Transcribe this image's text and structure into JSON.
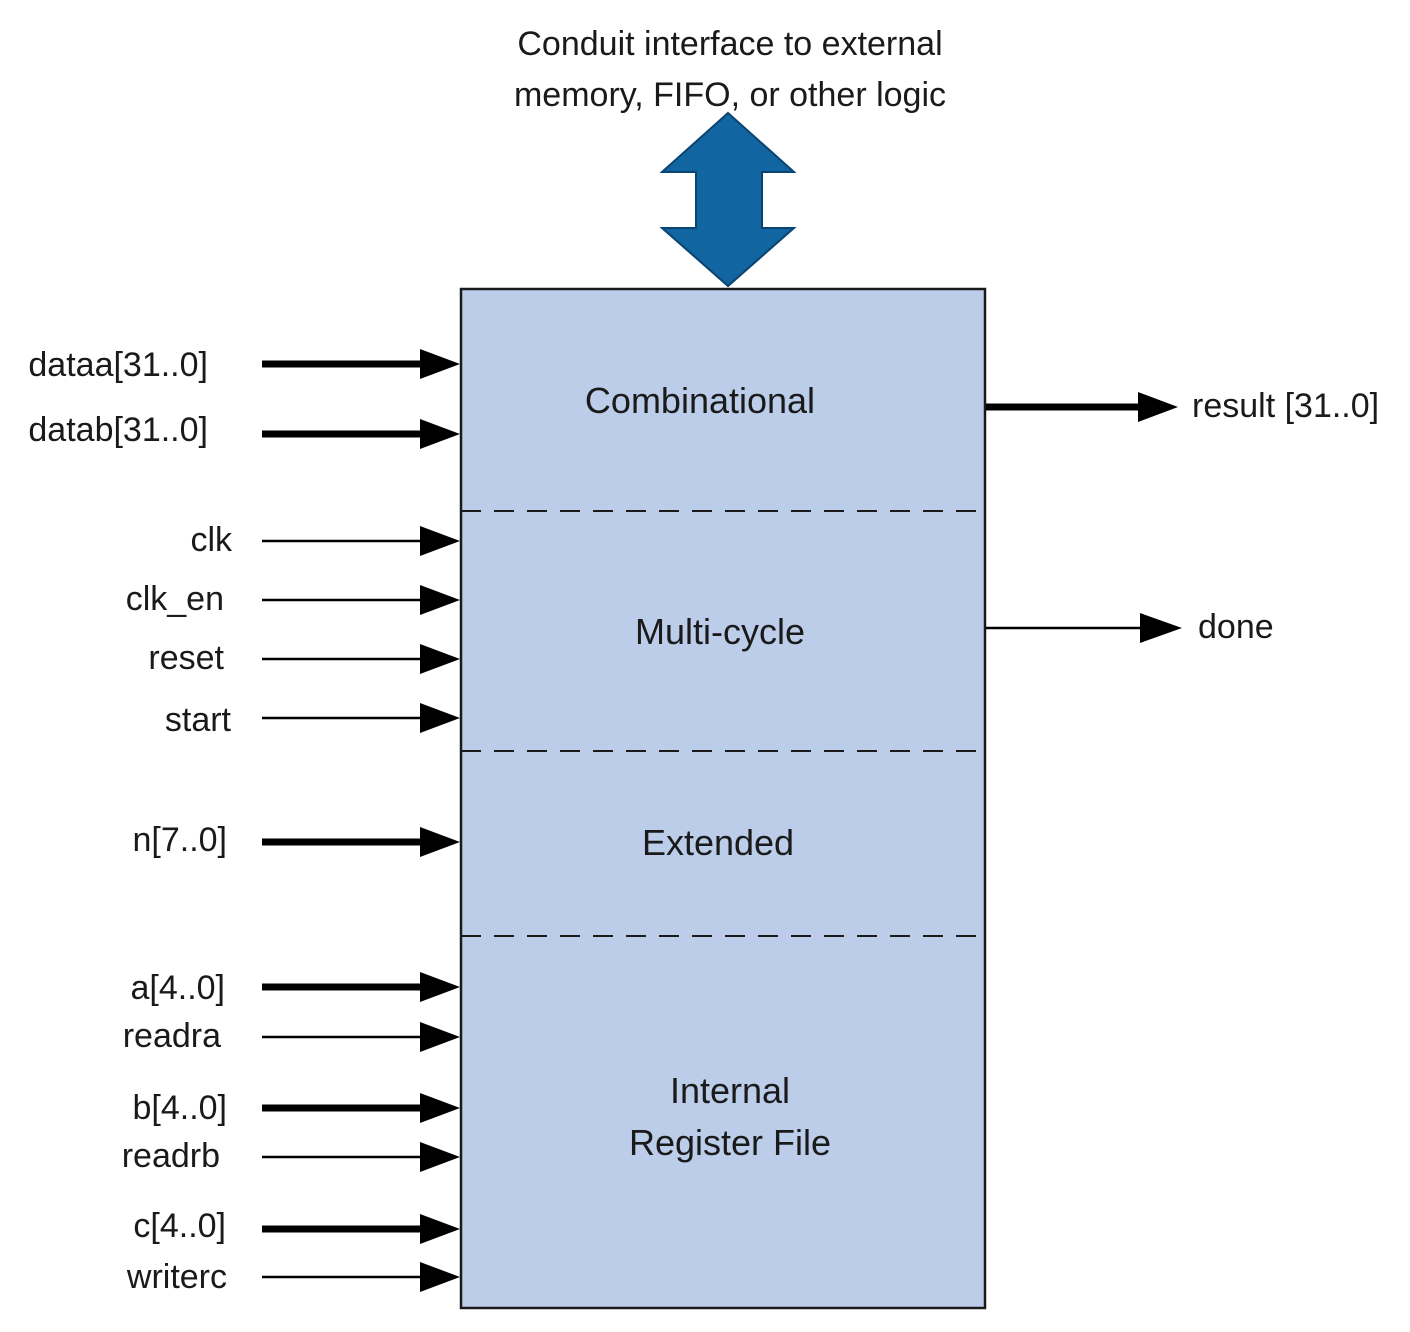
{
  "conduit": {
    "line1": "Conduit interface to external",
    "line2": "memory, FIFO, or other logic",
    "arrow_color": "#1165a0"
  },
  "block": {
    "fill": "#bccde9",
    "border": "#1a1a1a"
  },
  "sections": {
    "combinational": "Combinational",
    "multicycle": "Multi-cycle",
    "extended": "Extended",
    "regfile_line1": "Internal",
    "regfile_line2": "Register File"
  },
  "inputs": {
    "dataa": "dataa[31..0]",
    "datab": "datab[31..0]",
    "clk": "clk",
    "clk_en": "clk_en",
    "reset": "reset",
    "start": "start",
    "n": "n[7..0]",
    "a": "a[4..0]",
    "readra": "readra",
    "b": "b[4..0]",
    "readrb": "readrb",
    "c": "c[4..0]",
    "writerc": "writerc"
  },
  "outputs": {
    "result": "result [31..0]",
    "done": "done"
  }
}
